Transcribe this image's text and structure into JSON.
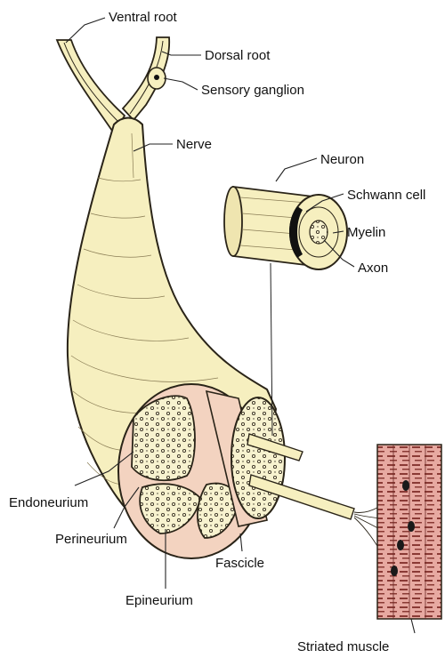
{
  "labels": {
    "ventral_root": "Ventral root",
    "dorsal_root": "Dorsal root",
    "sensory_ganglion": "Sensory ganglion",
    "nerve": "Nerve",
    "neuron": "Neuron",
    "schwann_cell": "Schwann cell",
    "myelin": "Myelin",
    "axon": "Axon",
    "endoneurium": "Endoneurium",
    "perineurium": "Perineurium",
    "epineurium": "Epineurium",
    "fascicle": "Fascicle",
    "striated_muscle": "Striated muscle"
  },
  "colors": {
    "nerve_fill": "#f6efbf",
    "nerve_stroke": "#2a2418",
    "epineurium_fill": "#f3d3c0",
    "fascicle_fill": "#f7f2cf",
    "muscle_fill": "#e7a9a1",
    "muscle_stripe": "#8a3a35",
    "line": "#222222"
  }
}
